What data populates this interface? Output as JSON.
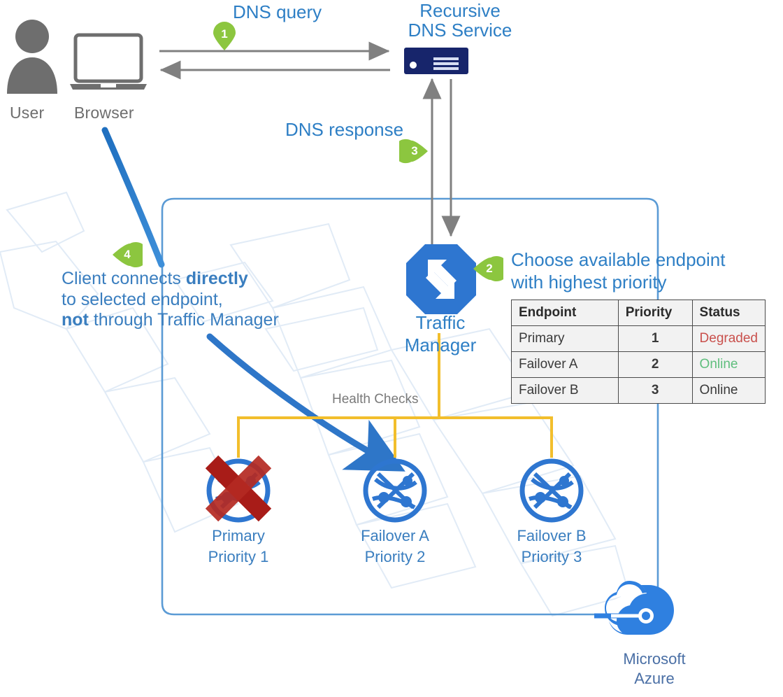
{
  "diagram": {
    "title": "Azure Traffic Manager priority routing",
    "colors": {
      "blue_text": "#3A7EBF",
      "blue_heading": "#2E7FC5",
      "blue_icon": "#2E76D0",
      "azure_blue": "#2F80E0",
      "gray_text": "#6E6E6E",
      "arrow_gray": "#808080",
      "badge_green": "#8CC63F",
      "health_yellow": "#F2BE2C",
      "boundary_blue": "#5B9BD5",
      "status_degraded": "#C9504C",
      "status_online": "#5FBE7D",
      "cross_red": "#B0201C"
    },
    "labels": {
      "user": "User",
      "browser": "Browser",
      "dns_query": "DNS query",
      "dns_response": "DNS response",
      "recursive_dns_line1": "Recursive",
      "recursive_dns_line2": "DNS Service",
      "traffic_manager": "Traffic Manager",
      "health_checks": "Health Checks",
      "azure_line1": "Microsoft",
      "azure_line2": "Azure"
    },
    "choose_endpoint": {
      "line1": "Choose available endpoint",
      "line2": "with highest priority"
    },
    "client_note": {
      "seg1": "Client connects ",
      "seg2_bold": "directly",
      "seg3": "to selected endpoint,",
      "seg4_bold": "not",
      "seg5": " through Traffic Manager"
    },
    "badges": [
      {
        "id": "badge-1",
        "number": "1"
      },
      {
        "id": "badge-2",
        "number": "2"
      },
      {
        "id": "badge-3",
        "number": "3"
      },
      {
        "id": "badge-4",
        "number": "4"
      }
    ],
    "endpoints": [
      {
        "name_line1": "Primary",
        "name_line2": "Priority 1",
        "state": "down"
      },
      {
        "name_line1": "Failover A",
        "name_line2": "Priority 2",
        "state": "up"
      },
      {
        "name_line1": "Failover B",
        "name_line2": "Priority 3",
        "state": "up"
      }
    ],
    "table": {
      "headers": [
        "Endpoint",
        "Priority",
        "Status"
      ],
      "rows": [
        {
          "endpoint": "Primary",
          "priority": "1",
          "status": "Degraded",
          "status_style": "degraded"
        },
        {
          "endpoint": "Failover A",
          "priority": "2",
          "status": "Online",
          "status_style": "online-green"
        },
        {
          "endpoint": "Failover B",
          "priority": "3",
          "status": "Online",
          "status_style": "online-dark"
        }
      ]
    },
    "icons": {
      "user": "user-person-icon",
      "browser": "laptop-icon",
      "dns": "dns-server-icon",
      "traffic_manager": "traffic-manager-arrows-icon",
      "endpoint": "globe-network-icon",
      "endpoint_down": "red-cross-icon",
      "azure": "azure-cloud-icon"
    }
  }
}
